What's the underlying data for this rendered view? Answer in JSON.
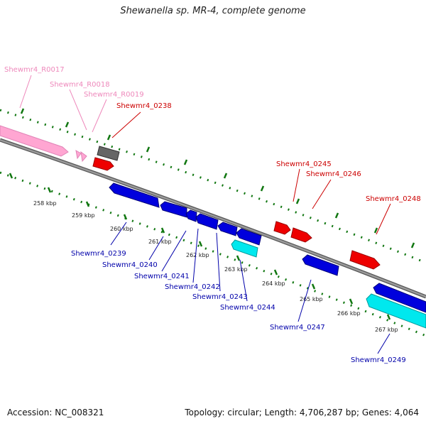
{
  "header": {
    "title": "Shewanella sp. MR-4, complete genome"
  },
  "footer": {
    "accession": "Accession: NC_008321",
    "topology": "Topology: circular; Length: 4,706,287 bp; Genes: 4,064"
  },
  "colors": {
    "backbone": "#8a8a8a",
    "rna": "#ff9ccc",
    "forward_gene": "#ee0000",
    "reverse_gene": "#0000dd",
    "reverse_other": "#00e5ee",
    "forward_other": "#666666",
    "scale_ticks": "#117711",
    "forward_label": "#cc0000",
    "reverse_label": "#0000aa",
    "rna_label": "#ee88bb"
  },
  "scale_labels": [
    "258 kbp",
    "259 kbp",
    "260 kbp",
    "261 kbp",
    "262 kbp",
    "263 kbp",
    "264 kbp",
    "265 kbp",
    "266 kbp",
    "267 kbp"
  ],
  "gene_labels": {
    "rna": [
      "Shewmr4_R0017",
      "Shewmr4_R0018",
      "Shewmr4_R0019"
    ],
    "forward": [
      "Shewmr4_0238",
      "Shewmr4_0245",
      "Shewmr4_0246",
      "Shewmr4_0248"
    ],
    "reverse": [
      "Shewmr4_0239",
      "Shewmr4_0240",
      "Shewmr4_0241",
      "Shewmr4_0242",
      "Shewmr4_0243",
      "Shewmr4_0244",
      "Shewmr4_0247",
      "Shewmr4_0249"
    ]
  }
}
